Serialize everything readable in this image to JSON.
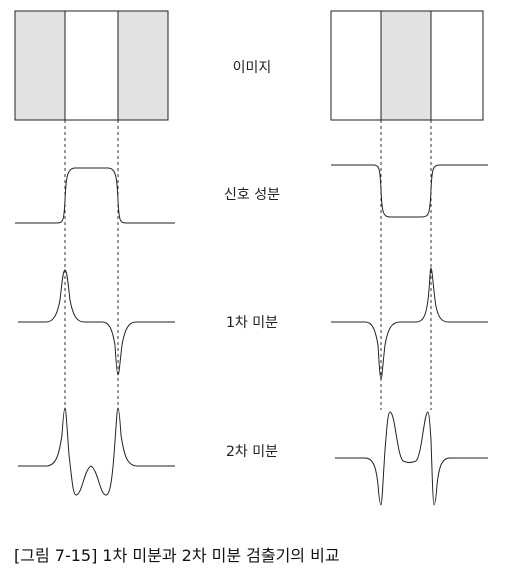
{
  "labels": {
    "image": "이미지",
    "signal": "신호 성분",
    "first_derivative": "1차 미분",
    "second_derivative": "2차 미분"
  },
  "caption": "[그림 7-15] 1차 미분과 2차 미분 검출기의 비교",
  "colors": {
    "shade": "#e2e2e2",
    "line": "#222222",
    "guide": "#333333"
  }
}
